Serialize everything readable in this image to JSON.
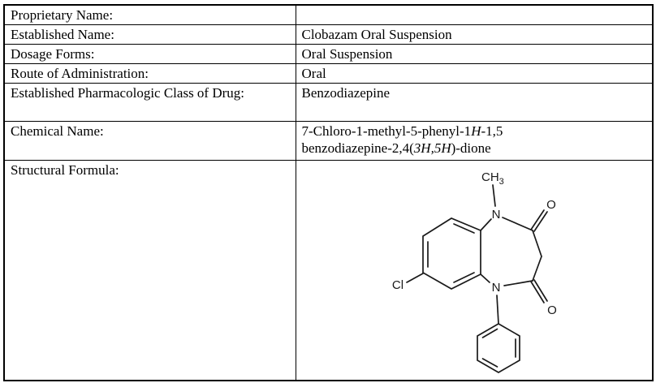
{
  "colors": {
    "border": "#000000",
    "text": "#000000",
    "background": "#ffffff"
  },
  "document": {
    "table": {
      "rows": [
        {
          "label": "Proprietary Name:",
          "value": ""
        },
        {
          "label": "Established Name:",
          "value": "Clobazam Oral Suspension"
        },
        {
          "label": "Dosage Forms:",
          "value": "Oral Suspension"
        },
        {
          "label": "Route of Administration:",
          "value": "Oral"
        },
        {
          "label": "Established Pharmacologic Class of Drug:",
          "value": "Benzodiazepine"
        },
        {
          "label": "Chemical Name:"
        },
        {
          "label": "Structural Formula:"
        }
      ],
      "chemical_name": {
        "line1": {
          "p1": "7-Chloro-1-methyl-5-phenyl-1",
          "p2_italic": "H",
          "p3": "-1,5"
        },
        "line2": {
          "p1": "benzodiazepine-2,4(",
          "p2_italic": "3H,5H",
          "p3": ")-dione"
        }
      },
      "structure": {
        "compound": "clobazam",
        "atoms": {
          "methyl": "CH",
          "methyl_sub": "3",
          "nitrogen": "N",
          "oxygen": "O",
          "chlorine": "Cl"
        }
      }
    }
  }
}
